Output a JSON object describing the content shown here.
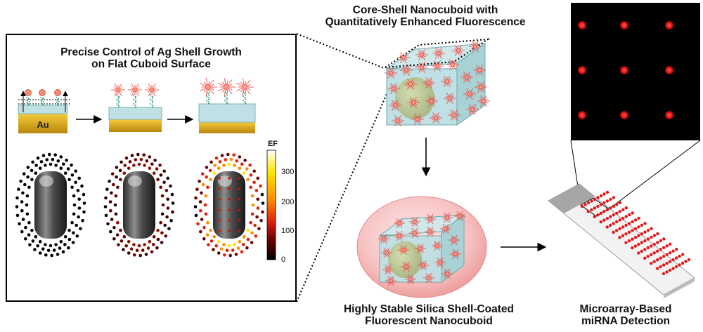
{
  "panel": {
    "title_line1": "Precise Control of Ag Shell Growth",
    "title_line2": "on Flat Cuboid Surface",
    "substrate_label": "Au",
    "colorbar": {
      "label": "EF",
      "ticks": [
        "300",
        "200",
        "100",
        "0"
      ],
      "colors": [
        "#ffffff",
        "#ffe600",
        "#ff8c00",
        "#e0200a",
        "#6a0000",
        "#000000"
      ]
    }
  },
  "core_shell": {
    "title_line1": "Core-Shell Nanocuboid with",
    "title_line2": "Quantitatively Enhanced Fluorescence"
  },
  "silica": {
    "title_line1": "Highly Stable Silica Shell-Coated",
    "title_line2": "Fluorescent Nanocuboid"
  },
  "microarray": {
    "title_line1": "Microarray-Based",
    "title_line2": "miRNA Detection"
  },
  "colors": {
    "fluorophore": "#e8423c",
    "shell": "#bfe0e4",
    "silica": "#f7c4c4",
    "gold": "#e0b020",
    "spot": "#e21818"
  }
}
